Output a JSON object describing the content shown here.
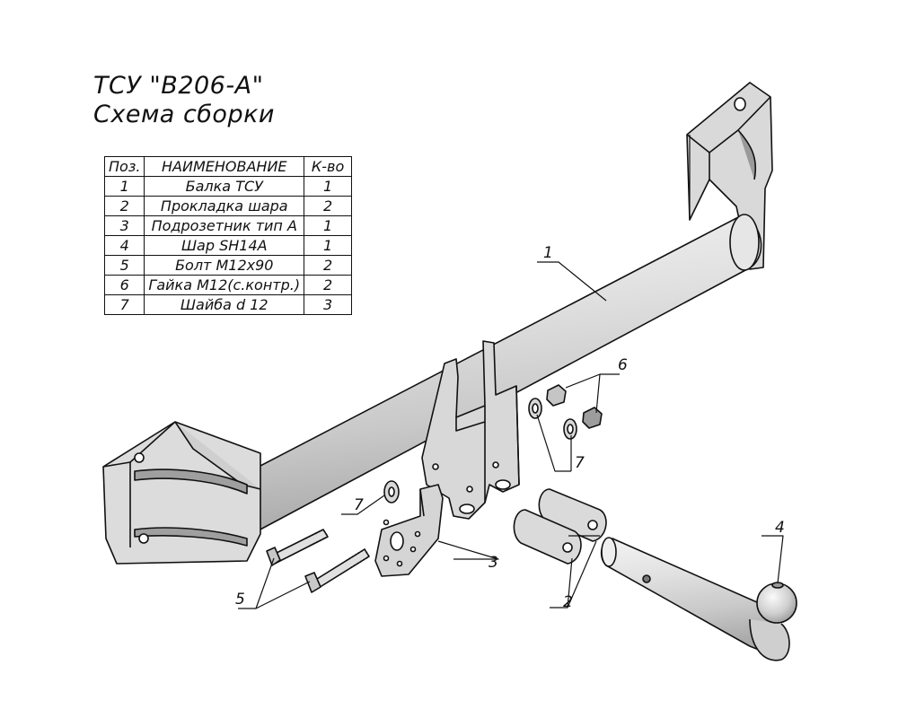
{
  "title": {
    "line1": "ТСУ \"B206-A\"",
    "line2": "Схема сборки"
  },
  "table": {
    "headers": [
      "Поз.",
      "НАИМЕНОВАНИЕ",
      "К-во"
    ],
    "rows": [
      {
        "pos": "1",
        "name": "Балка ТСУ",
        "qty": "1"
      },
      {
        "pos": "2",
        "name": "Прокладка шара",
        "qty": "2"
      },
      {
        "pos": "3",
        "name": "Подрозетник тип А",
        "qty": "1"
      },
      {
        "pos": "4",
        "name": "Шар SH14A",
        "qty": "1"
      },
      {
        "pos": "5",
        "name": "Болт М12х90",
        "qty": "2"
      },
      {
        "pos": "6",
        "name": "Гайка М12(с.контр.)",
        "qty": "2"
      },
      {
        "pos": "7",
        "name": "Шайба d 12",
        "qty": "3"
      }
    ]
  },
  "callouts": {
    "c1": "1",
    "c2": "2",
    "c3": "3",
    "c4": "4",
    "c5": "5",
    "c6": "6",
    "c7a": "7",
    "c7b": "7"
  }
}
